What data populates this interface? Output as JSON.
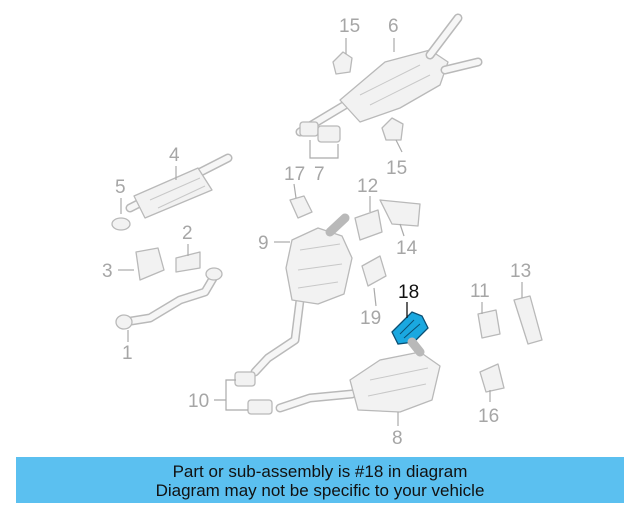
{
  "callouts": [
    {
      "id": "c1",
      "text": "1"
    },
    {
      "id": "c2",
      "text": "2"
    },
    {
      "id": "c3",
      "text": "3"
    },
    {
      "id": "c4",
      "text": "4"
    },
    {
      "id": "c5",
      "text": "5"
    },
    {
      "id": "c6",
      "text": "6"
    },
    {
      "id": "c7",
      "text": "7"
    },
    {
      "id": "c8",
      "text": "8"
    },
    {
      "id": "c9",
      "text": "9"
    },
    {
      "id": "c10",
      "text": "10"
    },
    {
      "id": "c11",
      "text": "11"
    },
    {
      "id": "c12",
      "text": "12"
    },
    {
      "id": "c13",
      "text": "13"
    },
    {
      "id": "c14",
      "text": "14"
    },
    {
      "id": "c15a",
      "text": "15"
    },
    {
      "id": "c15b",
      "text": "15"
    },
    {
      "id": "c16",
      "text": "16"
    },
    {
      "id": "c17",
      "text": "17"
    },
    {
      "id": "c18",
      "text": "18"
    },
    {
      "id": "c19",
      "text": "19"
    }
  ],
  "highlighted_part": "18",
  "colors": {
    "highlight": "#1aa8e0",
    "banner": "#5bc0f0"
  },
  "banner": {
    "line1": "Part or sub-assembly is #18 in diagram",
    "line2": "Diagram may not be specific to your vehicle"
  }
}
